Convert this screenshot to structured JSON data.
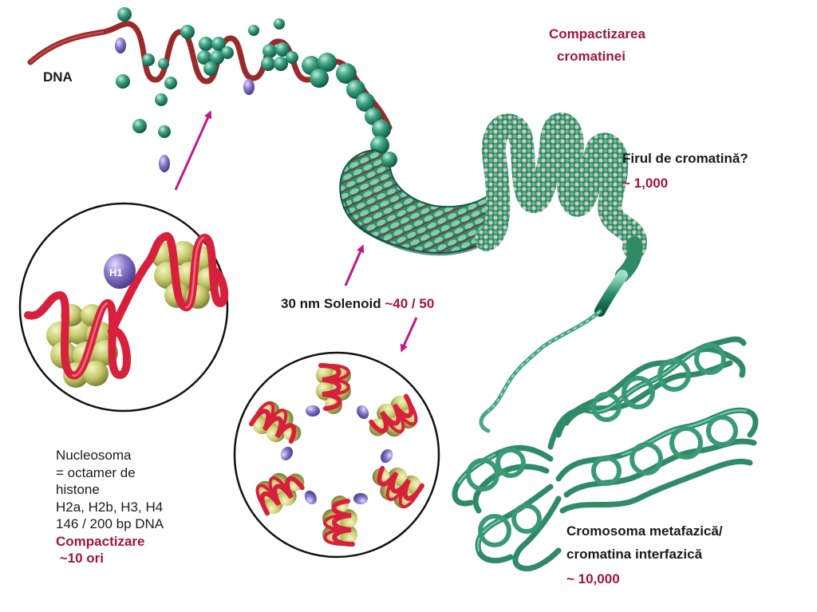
{
  "labels": {
    "dna": "DNA",
    "title_line1": "Compactizarea",
    "title_line2": "cromatinei",
    "fiber_name": "Firul  de cromatină?",
    "fiber_factor": "~ 1,000",
    "solenoid_name": "30 nm Solenoid",
    "solenoid_factor": "~40 / 50",
    "metaphase_line1": "Cromosoma metafazică/",
    "metaphase_line2": "cromatina interfazică",
    "metaphase_factor": "~ 10,000",
    "inset_h1": "H1"
  },
  "nucleosome": {
    "lines": [
      "Nucleosoma",
      "= octamer de",
      "histone",
      "H2a, H2b, H3, H4",
      "146 / 200 bp DNA"
    ],
    "compaction": "Compactizare",
    "compaction_factor": " ~10 ori"
  },
  "colors": {
    "dna_red": "#b0283a",
    "histone_green": "#3a9a78",
    "histone_yellow": "#c8cc6a",
    "h1_purple": "#8a78c8",
    "arrow_magenta": "#c0188a",
    "label_red": "#a0163a"
  },
  "icons": [
    "dna-strand",
    "histone-bead",
    "h1-linker",
    "solenoid-coil",
    "chromatin-fiber",
    "metaphase-chromosome",
    "arrow"
  ]
}
